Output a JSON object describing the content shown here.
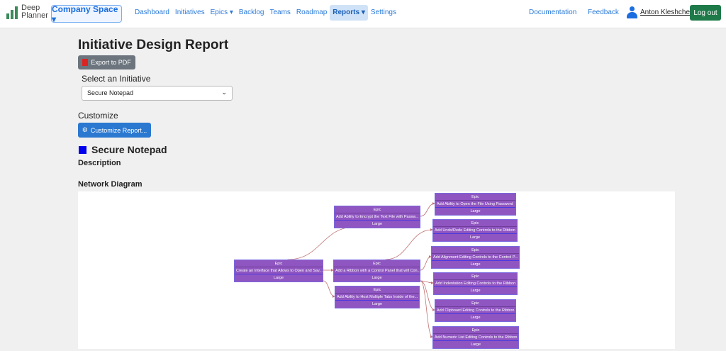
{
  "nav": {
    "logo_line1": "Deep",
    "logo_line2": "Planner",
    "space": "Company Space ▾",
    "links": [
      "Dashboard",
      "Initiatives",
      "Epics ▾",
      "Backlog",
      "Teams",
      "Roadmap",
      "Reports ▾",
      "Settings"
    ],
    "active": "Reports",
    "documentation": "Documentation",
    "feedback": "Feedback",
    "user": "Anton Kleshchev",
    "logout": "Log out"
  },
  "page": {
    "title": "Initiative Design Report",
    "export": "Export to PDF",
    "select_label": "Select an Initiative",
    "select_value": "Secure Notepad",
    "customize_label": "Customize",
    "customize_button": "Customize Report...",
    "initiative_name": "Secure Notepad",
    "initiative_color": "#0000ee",
    "description_heading": "Description",
    "network_heading": "Network Diagram"
  },
  "diagram": {
    "node_color": "#8f55c0",
    "edge_color": "#c07070",
    "nodes": [
      {
        "type": "Epic",
        "name": "Create an Interface that Allows to Open and Sav...",
        "size": "Large"
      },
      {
        "type": "Epic",
        "name": "Add Ability to Encrypt the Text File with Passw...",
        "size": "Large"
      },
      {
        "type": "Epic",
        "name": "Add a Ribbon with a Control Panel that will Con...",
        "size": "Large"
      },
      {
        "type": "Epic",
        "name": "Add Ability to Host Multiple Tabs Inside of the...",
        "size": "Large"
      },
      {
        "type": "Epic",
        "name": "Add Ability to Open the File Using Password",
        "size": "Large"
      },
      {
        "type": "Epic",
        "name": "Add Undo/Redo Editing Controls to the Ribbon",
        "size": "Large"
      },
      {
        "type": "Epic",
        "name": "Add Alignment Editing Controls to the Control P...",
        "size": "Large"
      },
      {
        "type": "Epic",
        "name": "Add Indentation Editing Controls to the Ribbon",
        "size": "Large"
      },
      {
        "type": "Epic",
        "name": "Add Clipboard Editing Controls to the Ribbon",
        "size": "Large"
      },
      {
        "type": "Epic",
        "name": "Add Numeric List Editing Controls to the Ribbon",
        "size": "Large"
      }
    ],
    "edges": [
      [
        0,
        1
      ],
      [
        0,
        2
      ],
      [
        0,
        3
      ],
      [
        1,
        4
      ],
      [
        2,
        5
      ],
      [
        2,
        6
      ],
      [
        2,
        7
      ],
      [
        2,
        8
      ],
      [
        2,
        9
      ]
    ]
  }
}
